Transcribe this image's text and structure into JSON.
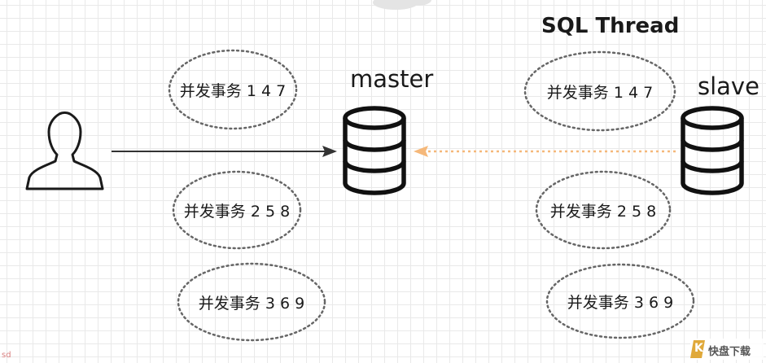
{
  "title": "SQL Thread",
  "master": {
    "label": "master",
    "icon": "database-icon"
  },
  "slave": {
    "label": "slave",
    "icon": "database-icon"
  },
  "client": {
    "icon": "user-icon"
  },
  "master_transactions": [
    "并发事务 1  4 7",
    "并发事务 2 5 8",
    "并发事务 3 6 9"
  ],
  "slave_transactions": [
    "并发事务 1  4 7",
    "并发事务 2 5 8",
    "并发事务 3 6 9"
  ],
  "watermark": {
    "brand_initial": "K",
    "brand_text": "快盘下载",
    "corner_text": "sd"
  },
  "colors": {
    "replication_arrow": "#f5b87a",
    "write_arrow": "#333333"
  }
}
